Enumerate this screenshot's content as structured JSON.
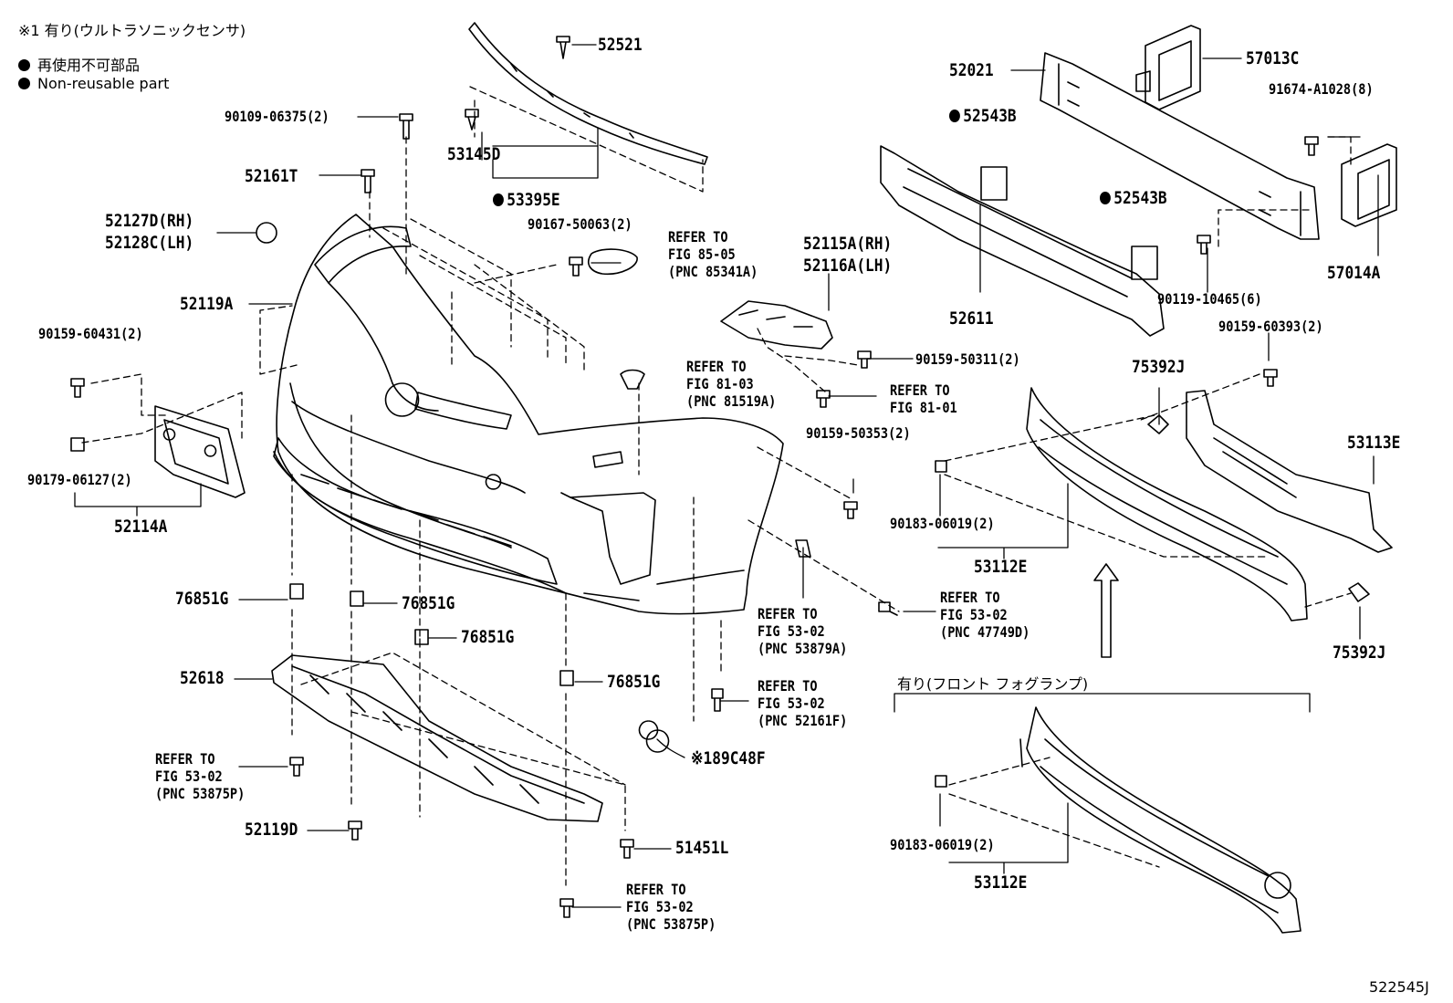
{
  "notes": {
    "footnote": "※1 有り(ウルトラソニックセンサ)",
    "legend_jp": "再使用不可部品",
    "legend_en": "Non-reusable part",
    "fog_variant": "有り(フロント フォグランプ)",
    "figure_code": "522545J"
  },
  "parts": {
    "p52521": "52521",
    "p90109": "90109-06375(2)",
    "p53145D": "53145D",
    "p53395E": "53395E",
    "p52161T": "52161T",
    "p52127D": "52127D(RH)",
    "p52128C": "52128C(LH)",
    "p52119A": "52119A",
    "p90159_60431": "90159-60431(2)",
    "p90179": "90179-06127(2)",
    "p52114A": "52114A",
    "p90167": "90167-50063(2)",
    "p52021": "52021",
    "p57013C": "57013C",
    "p91674": "91674-A1028(8)",
    "p52543B_1": "52543B",
    "p52543B_2": "52543B",
    "p57014A": "57014A",
    "p90119": "90119-10465(6)",
    "p52611": "52611",
    "p52115A": "52115A(RH)",
    "p52116A": "52116A(LH)",
    "p90159_50311": "90159-50311(2)",
    "p90159_60393": "90159-60393(2)",
    "p75392J_1": "75392J",
    "p53113E": "53113E",
    "p90159_50353": "90159-50353(2)",
    "p90183_1": "90183-06019(2)",
    "p53112E_1": "53112E",
    "p75392J_2": "75392J",
    "p76851G_1": "76851G",
    "p76851G_2": "76851G",
    "p76851G_3": "76851G",
    "p76851G_4": "76851G",
    "p52618": "52618",
    "p52119D": "52119D",
    "p51451L": "51451L",
    "p189C48F": "※189C48F",
    "p90183_2": "90183-06019(2)",
    "p53112E_2": "53112E"
  },
  "refs": {
    "r85341A": [
      "REFER TO",
      "FIG 85-05",
      "(PNC 85341A)"
    ],
    "r81519A": [
      "REFER TO",
      "FIG 81-03",
      "(PNC 81519A)"
    ],
    "r8101": [
      "REFER TO",
      "FIG 81-01"
    ],
    "r47749D": [
      "REFER TO",
      "FIG 53-02",
      "(PNC 47749D)"
    ],
    "r53879A": [
      "REFER TO",
      "FIG 53-02",
      "(PNC 53879A)"
    ],
    "r52161F": [
      "REFER TO",
      "FIG 53-02",
      "(PNC 52161F)"
    ],
    "r53875P_1": [
      "REFER TO",
      "FIG 53-02",
      "(PNC 53875P)"
    ],
    "r53875P_2": [
      "REFER TO",
      "FIG 53-02",
      "(PNC 53875P)"
    ]
  }
}
